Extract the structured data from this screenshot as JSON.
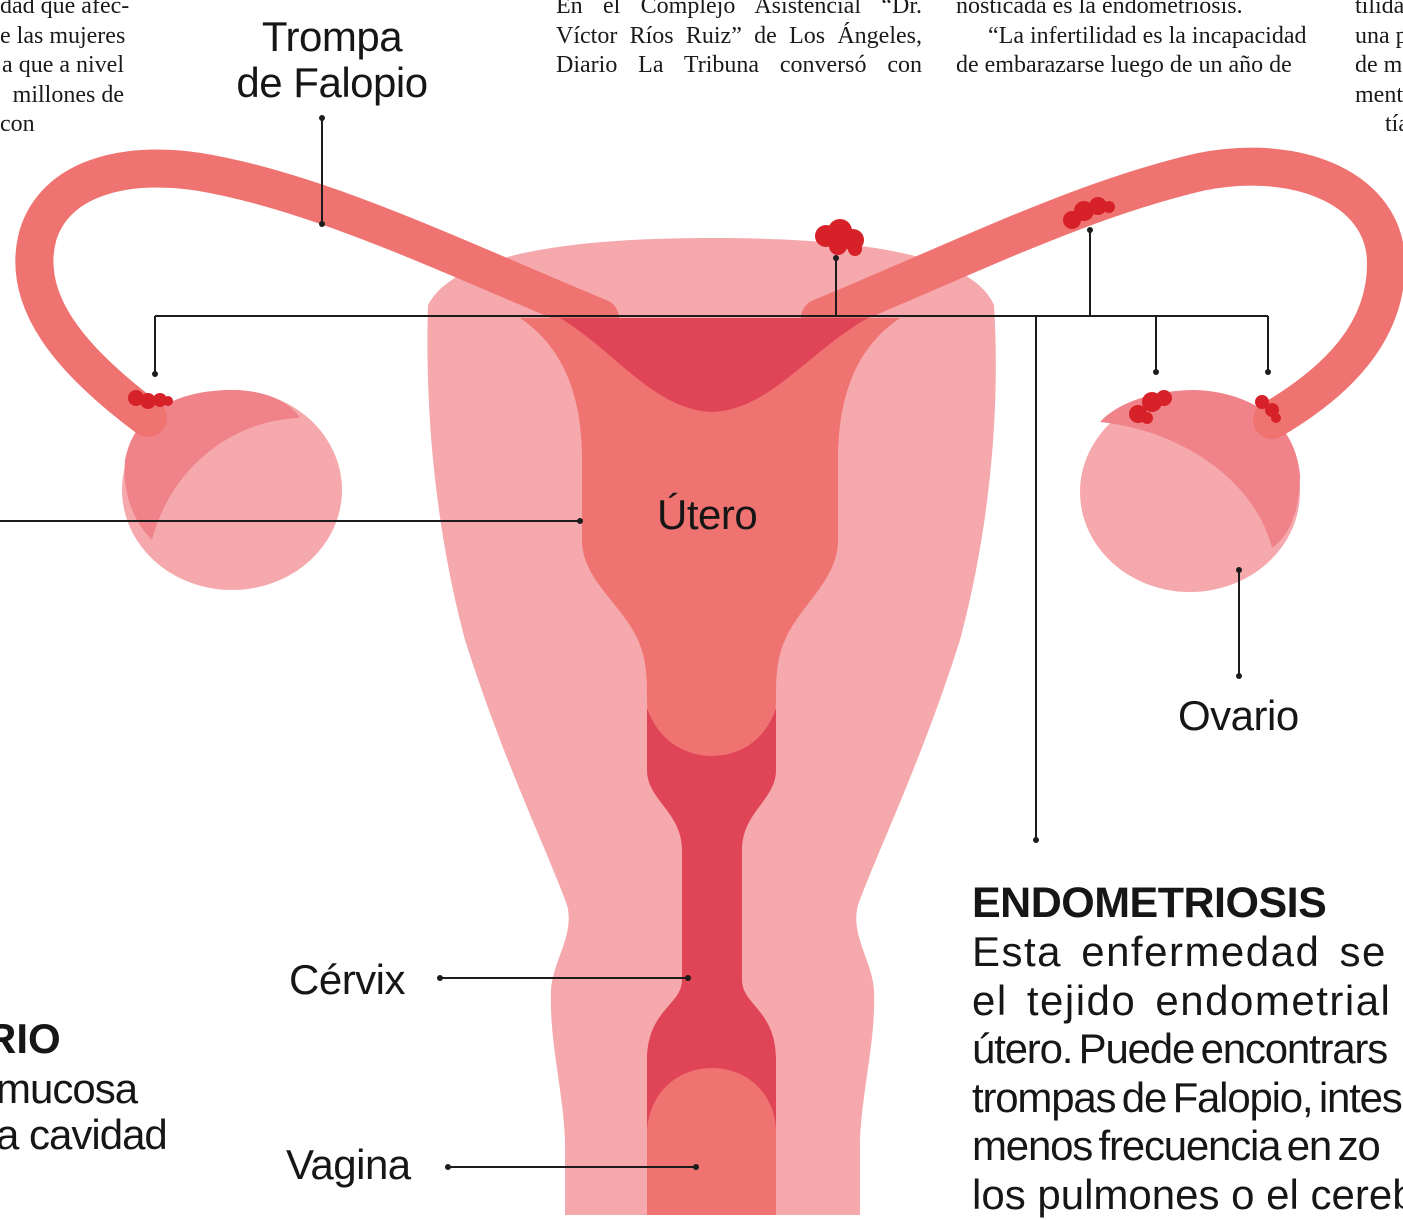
{
  "text_columns": {
    "col1": [
      "dad que afec-",
      "e las mujeres",
      "a que a nivel",
      " millones de",
      "con"
    ],
    "col2": [
      "En el Complejo Asistencial “Dr.",
      "Víctor Ríos Ruiz” de Los Ángeles,",
      "Diario La Tribuna conversó con"
    ],
    "col3": [
      "nosticada es la endometriosis.",
      "“La infertilidad es la incapacidad",
      "de embarazarse luego de un año de"
    ],
    "col4": [
      "tilida",
      "una p",
      "de m",
      "ment",
      "tía"
    ]
  },
  "labels": {
    "trompa_line1": "Trompa",
    "trompa_line2": "de Falopio",
    "utero": "Útero",
    "ovario": "Ovario",
    "cervix": "Cérvix",
    "vagina": "Vagina"
  },
  "endometriosis": {
    "title": "ENDOMETRIOSIS",
    "lines": [
      "Esta enfermedad se p",
      "el tejido endometrial c",
      "útero. Puede encontrars",
      "trompas de Falopio, intes",
      "menos frecuencia en zo",
      "los pulmones o el cereb"
    ]
  },
  "left_box": {
    "title": "RIO",
    "lines": [
      "mucosa",
      "a cavidad"
    ]
  },
  "colors": {
    "light_pink": "#f5a9ad",
    "salmon": "#ef7371",
    "crimson": "#e04457",
    "ovary_dark": "#f08289",
    "lesion": "#d62128",
    "leader_line": "#1c1c1c"
  }
}
